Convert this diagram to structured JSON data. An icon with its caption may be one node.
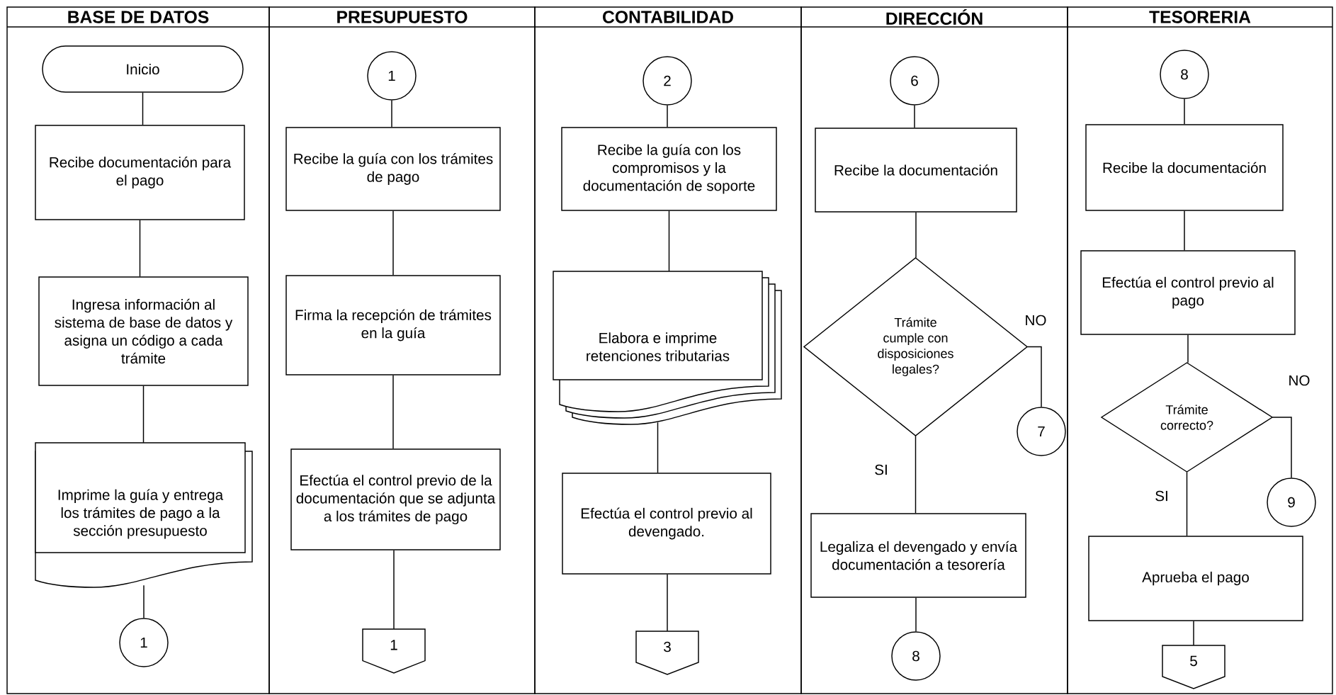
{
  "diagram": {
    "nodes": [
      {
        "text": [
          "BASE DE DATOS"
        ]
      },
      {
        "text": [
          "Inicio"
        ],
        "in": 0
      },
      {
        "text": [
          "Recibe documentación para el pago"
        ],
        "in": 0
      },
      {
        "text": [
          "Ingresa información al sistema de base de datos y asigna un código a cada trámite"
        ],
        "in": 0
      },
      {
        "text": [
          "Imprime la guía y entrega los trámites de pago a la sección presupuesto"
        ],
        "in": 0
      },
      {
        "text": [
          "1"
        ],
        "in": 0
      },
      {
        "text": [
          "PRESUPUESTO"
        ]
      },
      {
        "text": [
          "1"
        ],
        "in": 6
      },
      {
        "text": [
          "Recibe la guía con los trámites de pago"
        ],
        "in": 6
      },
      {
        "text": [
          "Firma la recepción de trámites en la guía"
        ],
        "in": 6
      },
      {
        "text": [
          "Efectúa el control previo de la documentación que se adjunta a los trámites de pago"
        ],
        "in": 6
      },
      {
        "text": [
          "1"
        ],
        "in": 6
      },
      {
        "text": [
          "CONTABILIDAD"
        ]
      },
      {
        "text": [
          "2"
        ],
        "in": 12
      },
      {
        "text": [
          "Recibe la guía con los compromisos y la documentación de soporte"
        ],
        "in": 12
      },
      {
        "text": [
          "Elabora e imprime retenciones tributarias"
        ],
        "in": 12
      },
      {
        "text": [
          "Efectúa el control previo al devengado."
        ],
        "in": 12
      },
      {
        "text": [
          "3"
        ],
        "in": 12
      },
      {
        "text": [
          "DIRECCIÓN"
        ]
      },
      {
        "text": [
          "6"
        ],
        "in": 18
      },
      {
        "text": [
          "Recibe la documentación"
        ],
        "in": 18
      },
      {
        "text": [
          "Trámite cumple con disposiciones legales?"
        ],
        "in": 18
      },
      {
        "text": [
          "7"
        ],
        "in": 18
      },
      {
        "text": [
          "Legaliza el devengado y envía documentación a tesorería"
        ],
        "in": 18
      },
      {
        "text": [
          "8"
        ],
        "in": 18
      },
      {
        "text": [
          "TESORERIA"
        ]
      },
      {
        "text": [
          "8"
        ],
        "in": 25
      },
      {
        "text": [
          "Recibe la documentación"
        ],
        "in": 25
      },
      {
        "text": [
          "Efectúa el control previo al pago"
        ],
        "in": 25
      },
      {
        "text": [
          "Trámite correcto?"
        ],
        "in": 25
      },
      {
        "text": [
          "9"
        ],
        "in": 25
      },
      {
        "text": [
          "Aprueba el pago"
        ],
        "in": 25
      },
      {
        "text": [
          "5"
        ],
        "in": 25
      }
    ],
    "edges": [
      {
        "from": 1,
        "to": 2,
        "arrow": "none"
      },
      {
        "from": 2,
        "to": 3,
        "arrow": "none"
      },
      {
        "from": 3,
        "to": 4,
        "arrow": "none"
      },
      {
        "from": 4,
        "to": 5,
        "arrow": "none"
      },
      {
        "from": 7,
        "to": 8,
        "arrow": "none"
      },
      {
        "from": 8,
        "to": 9,
        "arrow": "none"
      },
      {
        "from": 9,
        "to": 10,
        "arrow": "none"
      },
      {
        "from": 10,
        "to": 11,
        "arrow": "none"
      },
      {
        "from": 13,
        "to": 14,
        "arrow": "none"
      },
      {
        "from": 14,
        "to": 15,
        "arrow": "none"
      },
      {
        "from": 15,
        "to": 16,
        "arrow": "none"
      },
      {
        "from": 16,
        "to": 17,
        "arrow": "none"
      },
      {
        "from": 19,
        "to": 20,
        "arrow": "none"
      },
      {
        "from": 20,
        "to": 21,
        "arrow": "none"
      },
      {
        "from": 21,
        "to": 22,
        "label": "NO",
        "arrow": "none"
      },
      {
        "from": 21,
        "to": 23,
        "label": "SI",
        "arrow": "none"
      },
      {
        "from": 23,
        "to": 24,
        "arrow": "none"
      },
      {
        "from": 26,
        "to": 27,
        "arrow": "none"
      },
      {
        "from": 27,
        "to": 28,
        "arrow": "none"
      },
      {
        "from": 28,
        "to": 29,
        "arrow": "none"
      },
      {
        "from": 29,
        "to": 30,
        "label": "NO",
        "arrow": "none"
      },
      {
        "from": 29,
        "to": 31,
        "label": "SI",
        "arrow": "none"
      },
      {
        "from": 31,
        "to": 32,
        "arrow": "none"
      }
    ]
  }
}
